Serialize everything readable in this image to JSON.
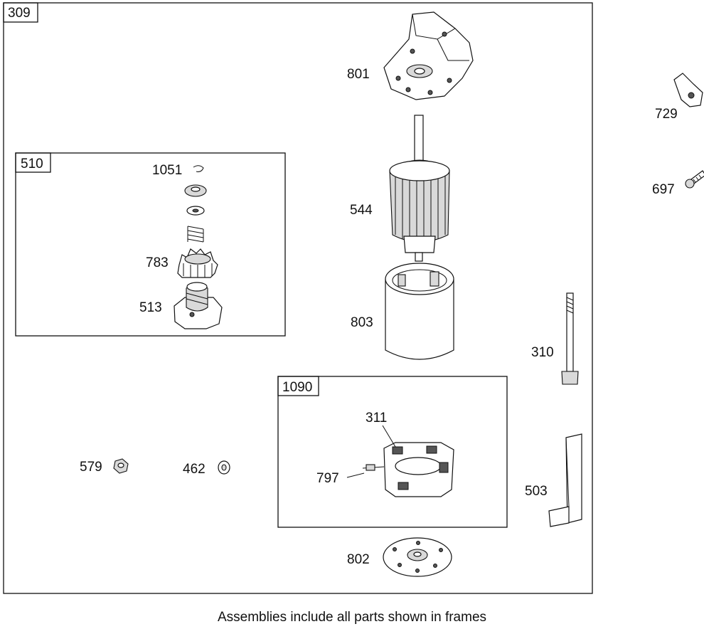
{
  "assembly": "309",
  "sub_assemblies": [
    {
      "label": "510"
    },
    {
      "label": "1090"
    }
  ],
  "parts": {
    "p801": "801",
    "p544": "544",
    "p803": "803",
    "p729": "729",
    "p697": "697",
    "p1051": "1051",
    "p783": "783",
    "p513": "513",
    "p310": "310",
    "p311": "311",
    "p797": "797",
    "p579": "579",
    "p462": "462",
    "p503": "503",
    "p802": "802"
  },
  "footer": "Assemblies include all parts shown in frames"
}
